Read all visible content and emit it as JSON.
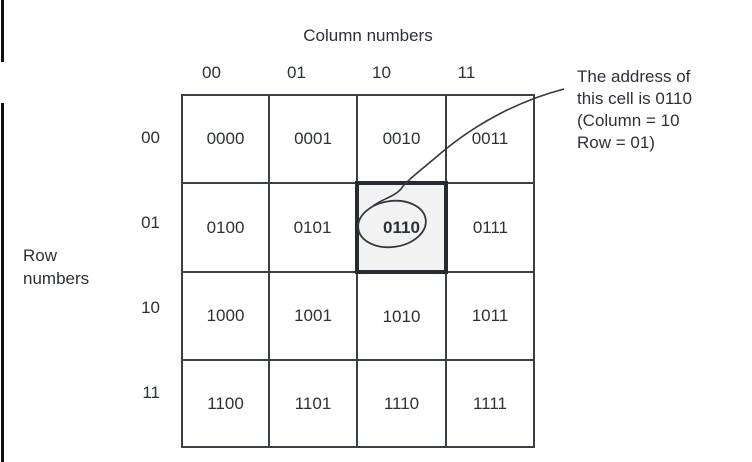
{
  "figure": {
    "column_axis_title": "Column numbers",
    "row_axis_title_line1": "Row",
    "row_axis_title_line2": "numbers",
    "column_labels": [
      "00",
      "01",
      "10",
      "11"
    ],
    "row_labels": [
      "00",
      "01",
      "10",
      "11"
    ],
    "cells": [
      [
        "0000",
        "0001",
        "0010",
        "0011"
      ],
      [
        "0100",
        "0101",
        "0110",
        "0111"
      ],
      [
        "1000",
        "1001",
        "1010",
        "1011"
      ],
      [
        "1100",
        "1101",
        "1110",
        "1111"
      ]
    ],
    "highlighted_cell": {
      "value": "0110",
      "column_label": "10",
      "row_label": "01"
    },
    "annotation": {
      "lines": [
        "The address of",
        "this cell is 0110",
        "(Column = 10",
        "Row = 01)"
      ]
    },
    "colors": {
      "grid_line": "#3b3f46",
      "text": "#2c3038",
      "highlight_border": "#262a31",
      "highlight_fill": "#f2f2f3",
      "frame_line": "#0f0f12"
    }
  }
}
